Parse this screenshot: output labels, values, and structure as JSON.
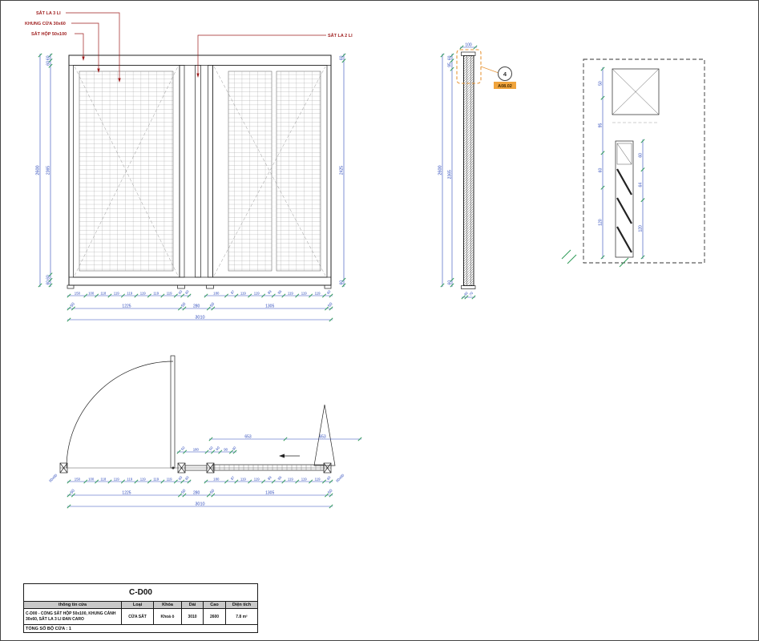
{
  "colors": {
    "dim_blue": "#2b48bb",
    "tick_green": "#2e9b57",
    "annotation_red": "#9e1c1c",
    "callout_orange": "#e8973a",
    "table_header_bg": "#c9c9c9"
  },
  "annotations": {
    "label1": "SẮT LA 3 LI",
    "label2": "KHUNG CỬA 30x60",
    "label3": "SẮT HỘP 50x100",
    "label4": "SẮT LA 2 LI"
  },
  "callout": {
    "number": "4",
    "code": "A08.02"
  },
  "dims": {
    "elev_left_total": [
      "2600"
    ],
    "elev_left_chain": [
      "60",
      "60",
      "2365",
      "60",
      "60"
    ],
    "elev_right_chain": [
      "60",
      "2425",
      "60"
    ],
    "elev_row1_left": [
      "150",
      "100",
      "118",
      "119",
      "119",
      "119",
      "119",
      "119",
      "60",
      "60"
    ],
    "elev_row1_right": [
      "180",
      "87",
      "119",
      "119",
      "89",
      "89",
      "119",
      "119",
      "119",
      "60"
    ],
    "elev_row2": [
      "50",
      "1225",
      "50",
      "280",
      "50",
      "1305",
      "50"
    ],
    "elev_total": [
      "3010"
    ],
    "sect_top": [
      "100"
    ],
    "sect_left_total": [
      "2600"
    ],
    "sect_left_chain": [
      "60",
      "95",
      "2365",
      "60"
    ],
    "sect_bottom": [
      "30",
      "70"
    ],
    "detail_left": [
      "50",
      "95",
      "60",
      "120"
    ],
    "detail_right": [
      "60",
      "64",
      "120"
    ],
    "plan_top": [
      "653",
      "653"
    ],
    "plan_mid": [
      "50",
      "180",
      "50",
      "60",
      "90",
      "30"
    ],
    "plan_post_left": "60x90",
    "plan_post_right": "60x90"
  },
  "title_block": {
    "code": "C-D00",
    "headers": [
      "thông tin cửa",
      "Loại",
      "Khóa",
      "Dài",
      "Cao",
      "Diện tích"
    ],
    "row": {
      "info": "C-D00 - CỔNG SẮT HỘP 50x100, KHUNG CÁNH 30x60, SẮT LA 3 LI ĐAN CARO",
      "type": "CỬA SẮT",
      "lock": "Khoá ô",
      "length": "3010",
      "height": "2600",
      "area": "7.8 m²"
    },
    "footer": "TỔNG SỐ BỘ CỬA : 1"
  }
}
